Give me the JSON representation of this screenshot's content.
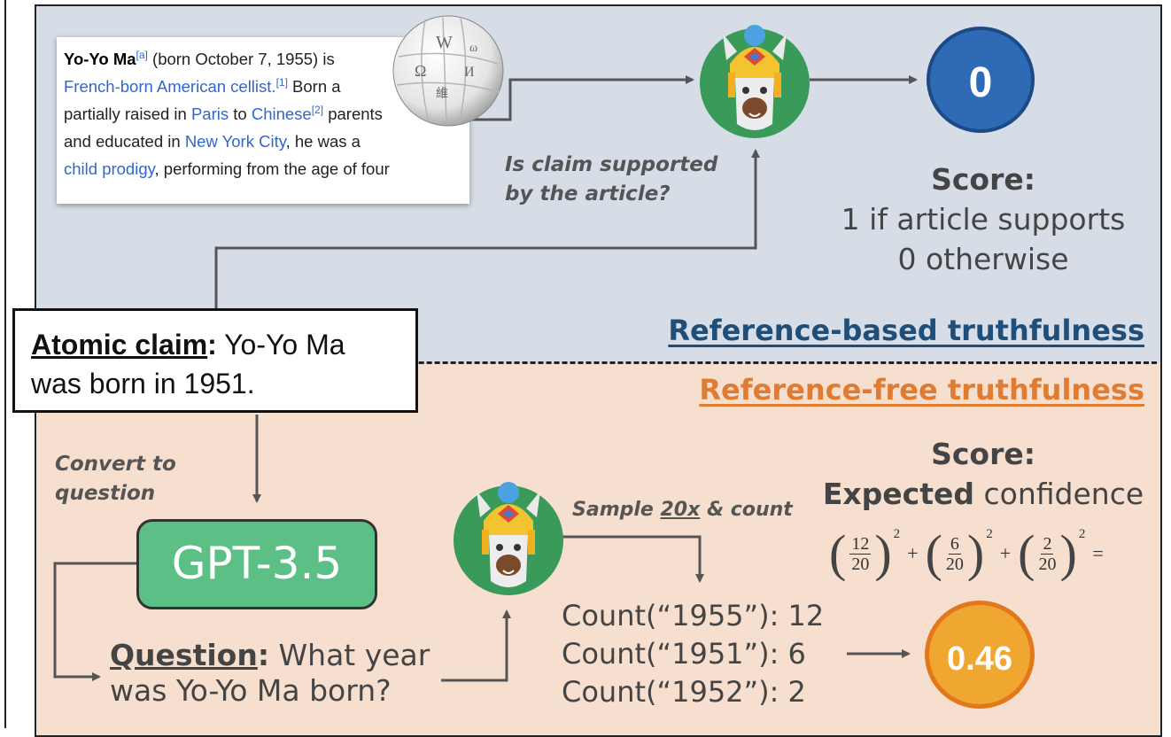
{
  "wiki_article": {
    "name": "Yo-Yo Ma",
    "sup_a": "[a]",
    "text1": " (born October 7, 1955) is",
    "link_cellist": "French-born American cellist.",
    "sup_1": "[1]",
    "text2": " Born a",
    "text3": "partially raised in ",
    "link_paris": "Paris",
    "text4": " to ",
    "link_chinese": "Chinese",
    "sup_2": "[2]",
    "text5": " parents",
    "text6": "and educated in ",
    "link_nyc": "New York City",
    "text7": ", he was a",
    "link_prodigy": "child prodigy",
    "text8": ", performing from the age of four"
  },
  "prompt_support": [
    "Is claim supported",
    "by the article?"
  ],
  "score_zero": "0",
  "score_top": {
    "label": "Score:",
    "line1": "1 if article supports",
    "line2": "0 otherwise"
  },
  "ref_based_title": "Reference-based truthfulness",
  "ref_free_title": "Reference-free truthfulness",
  "atomic_claim": {
    "label": "Atomic claim",
    "colon": ":",
    "text1": " Yo-Yo Ma",
    "text2": "was born in 1951."
  },
  "convert_note": [
    "Convert to",
    "question"
  ],
  "gpt_label": "GPT-3.5",
  "question": {
    "label": "Question",
    "colon": ":",
    "text1": " What year",
    "text2": "was Yo-Yo Ma born?"
  },
  "sample_note": {
    "before": "Sample ",
    "count": "20x",
    "after": " & count"
  },
  "counts": [
    "Count(“1955”): 12",
    "Count(“1951”): 6",
    "Count(“1952”): 2"
  ],
  "score_bottom": {
    "label": "Score:",
    "bold": "Expected",
    "rest": " confidence"
  },
  "formula": {
    "fractions": [
      {
        "num": "12",
        "den": "20"
      },
      {
        "num": "6",
        "den": "20"
      },
      {
        "num": "2",
        "den": "20"
      }
    ],
    "power": "2",
    "plus": "+",
    "equals": "="
  },
  "score_result": "0.46",
  "colors": {
    "top_panel": "#d7dde6",
    "bottom_panel": "#f7dfd0",
    "gpt_green": "#5cbf86",
    "score_blue": "#2f6bb5",
    "score_orange": "#f0a732",
    "ref_title_blue": "#1f4e79",
    "free_title_orange": "#e07b32"
  },
  "icons": [
    "wikipedia-globe-icon",
    "llama-icon"
  ]
}
